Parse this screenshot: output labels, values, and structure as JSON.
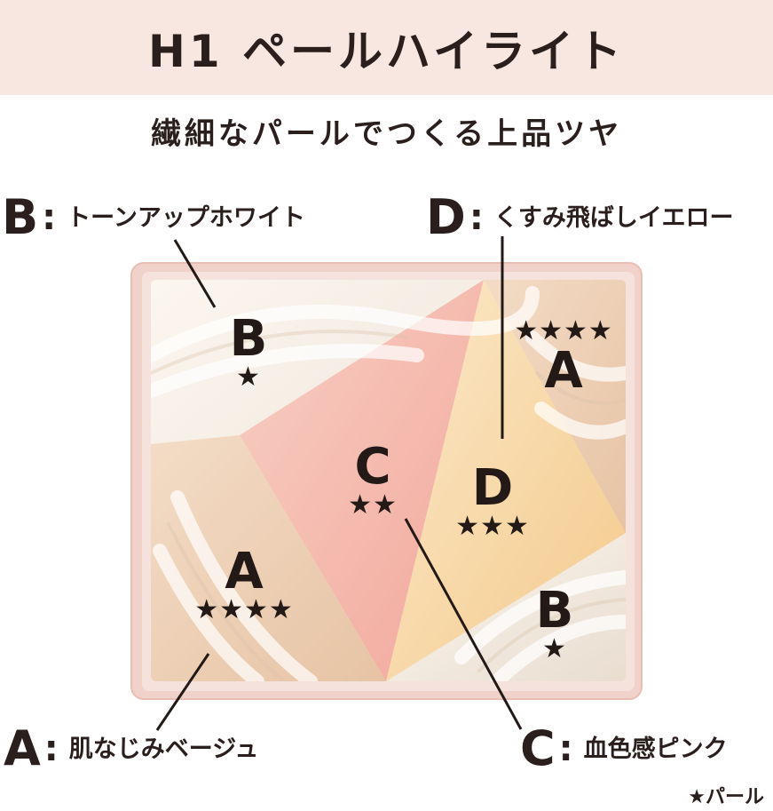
{
  "header": {
    "title": "H1 ペールハイライト"
  },
  "subtitle": "繊細なパールでつくる上品ツヤ",
  "callouts": {
    "b": {
      "letter": "B",
      "colon": ":",
      "name": "トーンアップホワイト"
    },
    "d": {
      "letter": "D",
      "colon": ":",
      "name": "くすみ飛ばしイエロー"
    },
    "a": {
      "letter": "A",
      "colon": ":",
      "name": "肌なじみベージュ"
    },
    "c": {
      "letter": "C",
      "colon": ":",
      "name": "血色感ピンク"
    }
  },
  "zones": {
    "b_top_left": {
      "letter": "B",
      "stars": "★"
    },
    "a_top_right": {
      "letter": "A",
      "stars": "★★★★"
    },
    "c_center": {
      "letter": "C",
      "stars": "★★"
    },
    "d_center_right": {
      "letter": "D",
      "stars": "★★★"
    },
    "a_bottom_left": {
      "letter": "A",
      "stars": "★★★★"
    },
    "b_bottom_right": {
      "letter": "B",
      "stars": "★"
    }
  },
  "legend": "★パール",
  "colors": {
    "title_band": "#f8e7e1",
    "text": "#2a1f1c",
    "case_pink": "#f1d2cb",
    "white_swirl": "#f4ede5",
    "beige": "#efd2b8",
    "pink": "#f3b3aa",
    "yellow": "#f6d49a"
  }
}
